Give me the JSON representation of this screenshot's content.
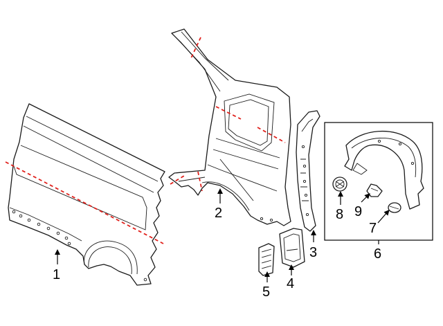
{
  "callouts": {
    "c1": "1",
    "c2": "2",
    "c3": "3",
    "c4": "4",
    "c5": "5",
    "c6": "6",
    "c7": "7",
    "c8": "8",
    "c9": "9"
  },
  "colors": {
    "cut_line": "#e0201b",
    "outline": "#1a1a1a"
  }
}
